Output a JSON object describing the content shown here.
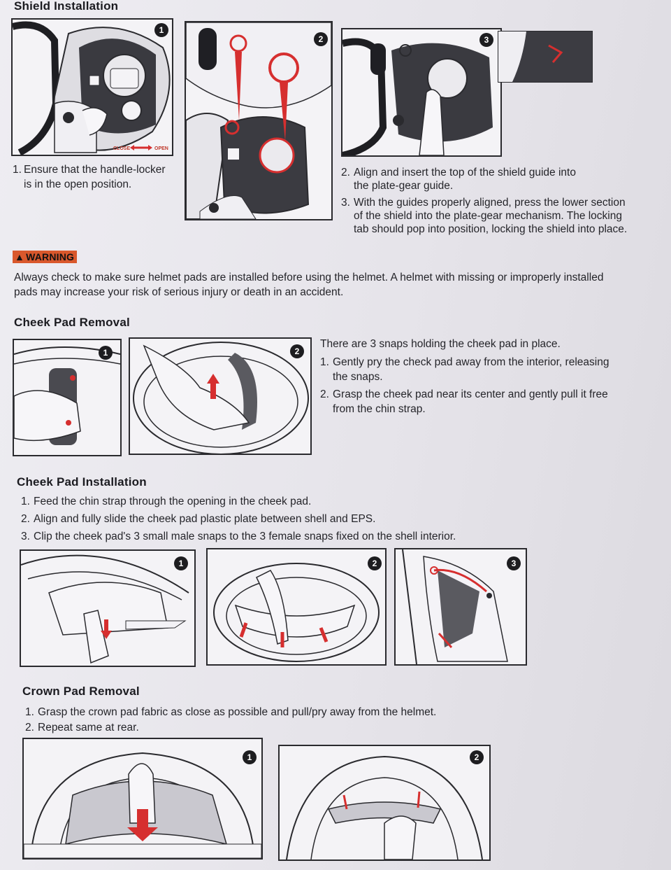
{
  "sections": {
    "shield_installation": {
      "title": "Shield Installation",
      "figure_numbers": [
        "1",
        "2",
        "3"
      ],
      "step1": {
        "num": "1.",
        "text_line1": "Ensure that the handle-locker",
        "text_line2": "is in the open position."
      },
      "step2": {
        "num": "2.",
        "text_line1": "Align and insert the top of the shield guide into",
        "text_line2": "the plate-gear guide."
      },
      "step3": {
        "num": "3.",
        "text_line1": "With the guides properly aligned, press the lower section",
        "text_line2": "of the shield into the plate-gear mechanism. The locking",
        "text_line3": "tab should pop into position, locking the shield into place."
      },
      "fig1_close_label": "CLOSE",
      "fig1_open_label": "OPEN"
    },
    "warning": {
      "label": "WARNING",
      "text_line1": "Always check to make sure helmet pads are installed before using the helmet. A helmet with missing or improperly installed",
      "text_line2": "pads may increase your risk of serious injury or death in an accident."
    },
    "cheek_pad_removal": {
      "title": "Cheek Pad Removal",
      "figure_numbers": [
        "1",
        "2"
      ],
      "intro": "There are 3 snaps holding the cheek pad in place.",
      "step1": {
        "num": "1.",
        "text_line1": "Gently pry the check pad away from the interior, releasing",
        "text_line2": "the snaps."
      },
      "step2": {
        "num": "2.",
        "text_line1": "Grasp the cheek pad near its center and gently pull it free",
        "text_line2": "from the chin strap."
      }
    },
    "cheek_pad_installation": {
      "title": "Cheek Pad Installation",
      "figure_numbers": [
        "1",
        "2",
        "3"
      ],
      "step1": {
        "num": "1.",
        "text": "Feed the chin strap through the opening in the cheek pad."
      },
      "step2": {
        "num": "2.",
        "text": "Align and fully slide the cheek pad plastic plate between shell and EPS."
      },
      "step3": {
        "num": "3.",
        "text": "Clip the cheek pad's 3 small male snaps to the 3 female snaps fixed on the shell interior."
      }
    },
    "crown_pad_removal": {
      "title": "Crown Pad Removal",
      "figure_numbers": [
        "1",
        "2"
      ],
      "step1": {
        "num": "1.",
        "text": "Grasp the crown pad fabric as close as possible and pull/pry away from the helmet."
      },
      "step2": {
        "num": "2.",
        "text": "Repeat same at rear."
      }
    }
  },
  "colors": {
    "accent_red": "#d62f2f",
    "warning_orange": "#d9582c",
    "line_art": "#2a2a2e"
  }
}
